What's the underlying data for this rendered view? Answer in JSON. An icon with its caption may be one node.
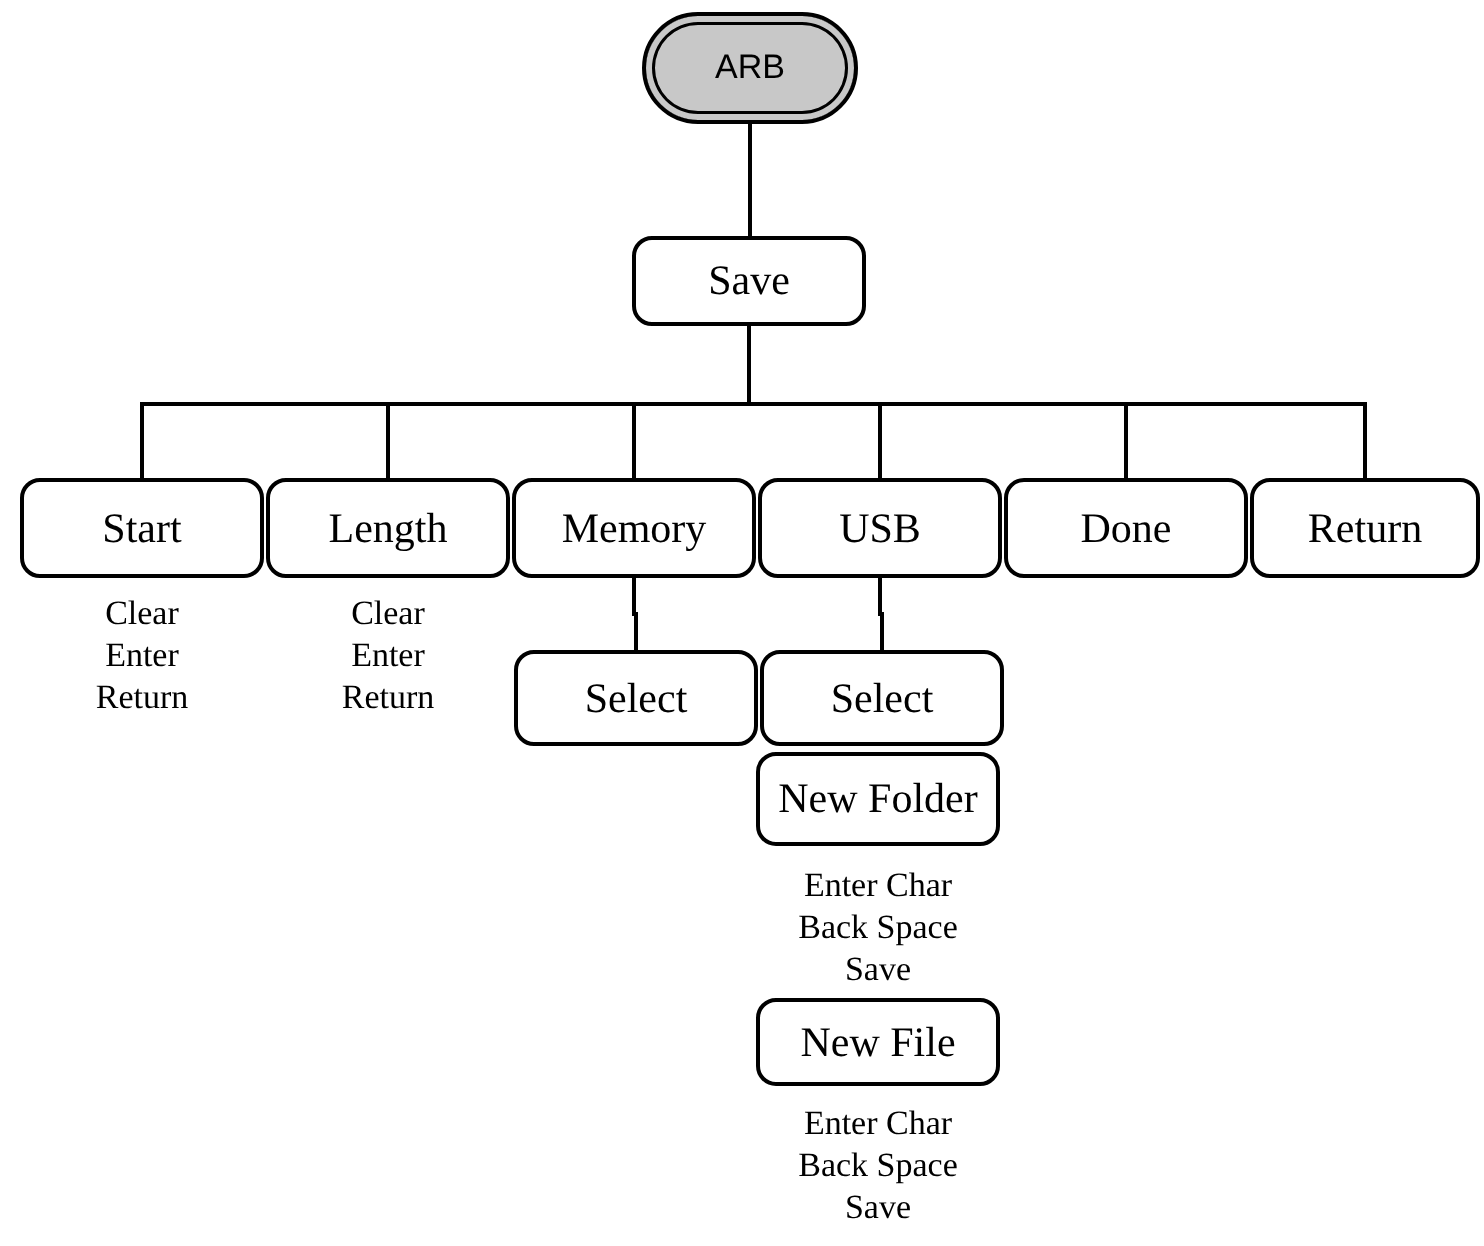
{
  "diagram": {
    "nodes": [
      {
        "text": [
          "ARB"
        ]
      },
      {
        "text": [
          "Save"
        ]
      },
      {
        "text": [
          "Start"
        ],
        "beside": [
          "Clear",
          "Enter",
          "Return"
        ]
      },
      {
        "text": [
          "Length"
        ],
        "beside": [
          "Clear",
          "Enter",
          "Return"
        ]
      },
      {
        "text": [
          "Memory"
        ]
      },
      {
        "text": [
          "USB"
        ]
      },
      {
        "text": [
          "Done"
        ]
      },
      {
        "text": [
          "Return"
        ]
      },
      {
        "text": [
          "Select"
        ]
      },
      {
        "text": [
          "Select"
        ]
      },
      {
        "text": [
          "New Folder"
        ],
        "beside": [
          "Enter Char",
          "Back Space",
          "Save"
        ]
      },
      {
        "text": [
          "New File"
        ],
        "beside": [
          "Enter Char",
          "Back Space",
          "Save"
        ]
      }
    ],
    "edges": [
      {
        "from": 0,
        "to": 1,
        "arrow": "none"
      },
      {
        "from": 1,
        "to": 2,
        "arrow": "none"
      },
      {
        "from": 1,
        "to": 3,
        "arrow": "none"
      },
      {
        "from": 1,
        "to": 4,
        "arrow": "none"
      },
      {
        "from": 1,
        "to": 5,
        "arrow": "none"
      },
      {
        "from": 1,
        "to": 6,
        "arrow": "none"
      },
      {
        "from": 1,
        "to": 7,
        "arrow": "none"
      },
      {
        "from": 4,
        "to": 8,
        "arrow": "none"
      },
      {
        "from": 5,
        "to": 9,
        "arrow": "none"
      }
    ]
  }
}
